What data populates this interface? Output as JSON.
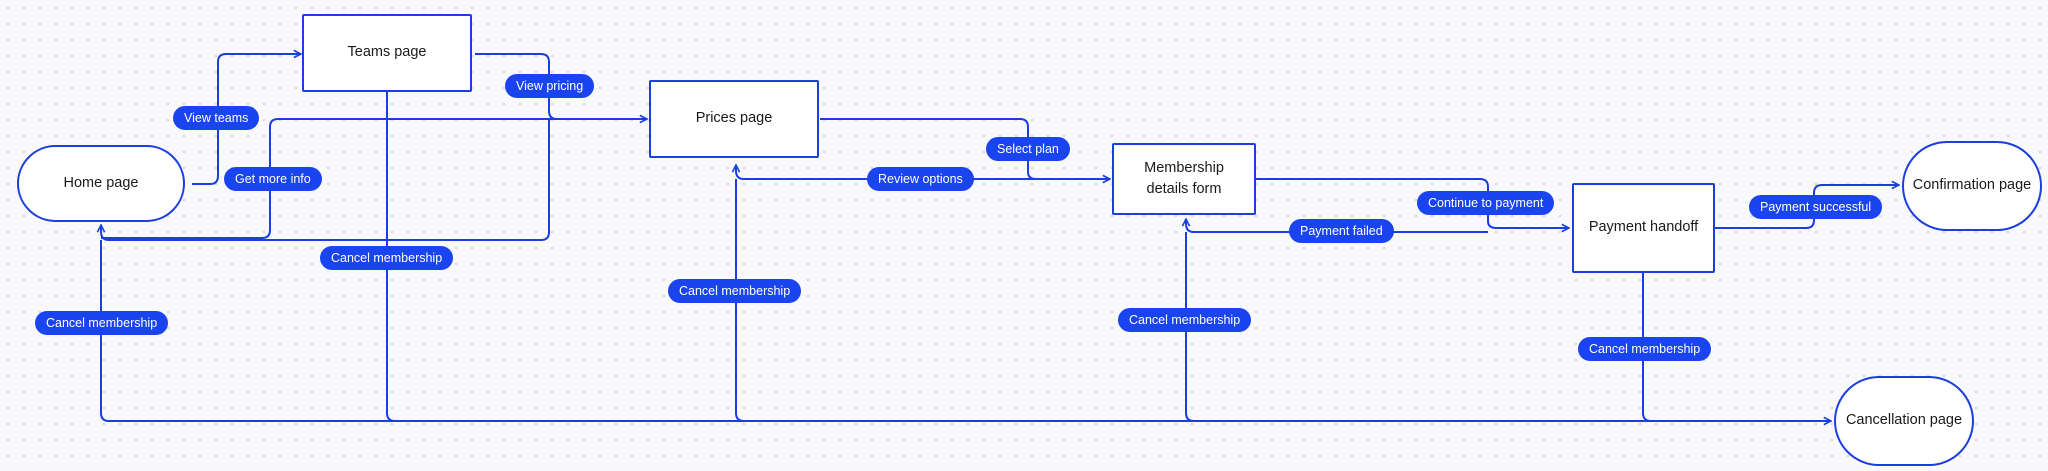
{
  "colors": {
    "accent": "#1a44f0",
    "edge": "#1b3ee0",
    "background": "#f9f9fb"
  },
  "nodes": {
    "home": "Home page",
    "teams": "Teams page",
    "prices": "Prices page",
    "membership": "Membership details form",
    "payment": "Payment handoff",
    "confirmation": "Confirmation page",
    "cancellation": "Cancellation page"
  },
  "edges": {
    "view_teams": "View teams",
    "get_more_info": "Get more info",
    "view_pricing": "View pricing",
    "select_plan": "Select plan",
    "review_options": "Review options",
    "continue_to_payment": "Continue to payment",
    "payment_failed": "Payment failed",
    "payment_successful": "Payment successful",
    "cancel_teams": "Cancel membership",
    "cancel_home": "Cancel membership",
    "cancel_prices": "Cancel membership",
    "cancel_membership_form": "Cancel membership",
    "cancel_payment": "Cancel membership"
  }
}
